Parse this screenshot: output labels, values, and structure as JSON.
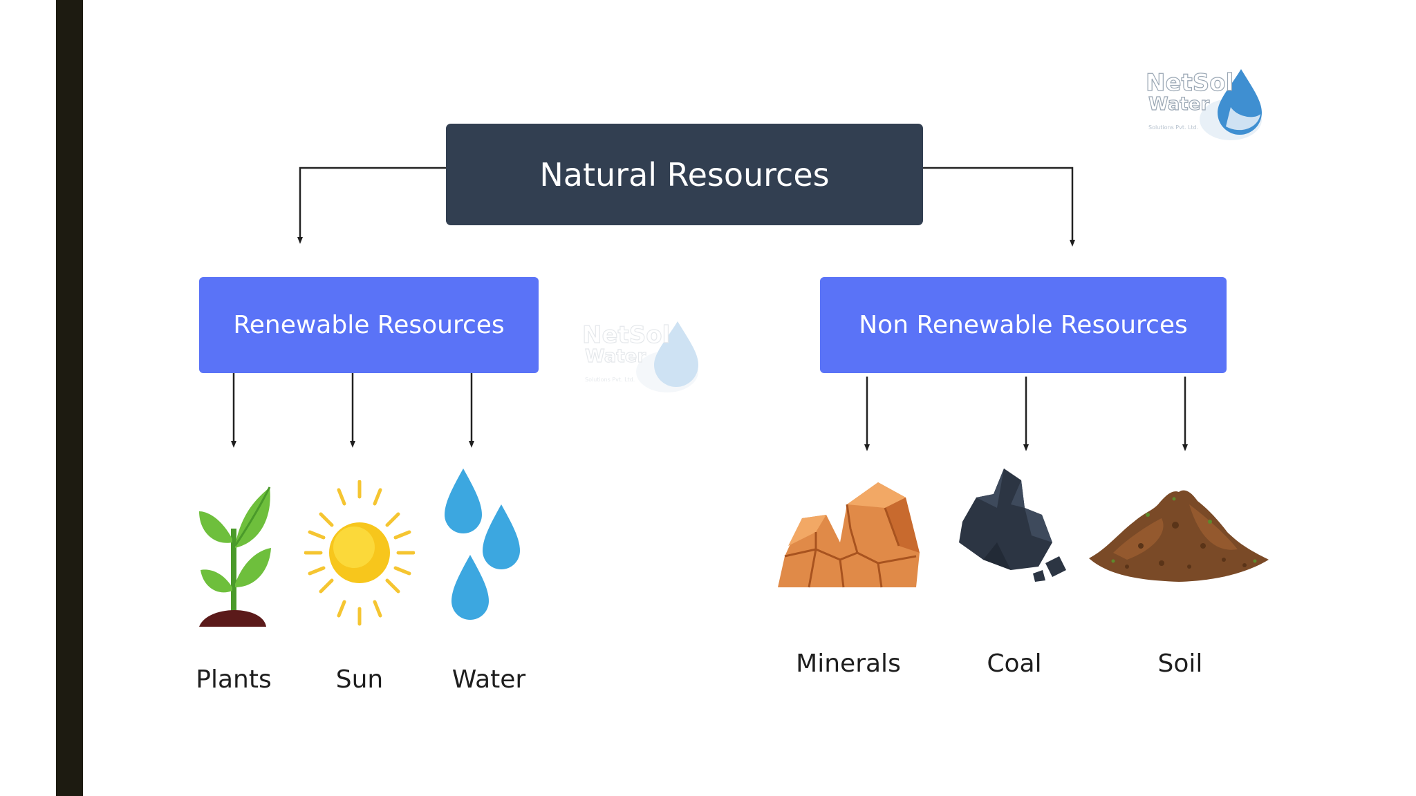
{
  "root": {
    "label": "Natural Resources"
  },
  "categories": [
    {
      "label": "Renewable Resources",
      "items": [
        "Plants",
        "Sun",
        "Water"
      ]
    },
    {
      "label": "Non Renewable Resources",
      "items": [
        "Minerals",
        "Coal",
        "Soil"
      ]
    }
  ],
  "logo": {
    "line1": "NetSol",
    "line2": "Water",
    "tagline": "Solutions Pvt. Ltd."
  },
  "colors": {
    "root_box": "#323f51",
    "category_box": "#5a73f7",
    "side_bar": "#1d1b11",
    "water_drop": "#3ca7e0"
  },
  "icons": [
    "plant-icon",
    "sun-icon",
    "water-drops-icon",
    "minerals-rock-icon",
    "coal-icon",
    "soil-pile-icon"
  ]
}
